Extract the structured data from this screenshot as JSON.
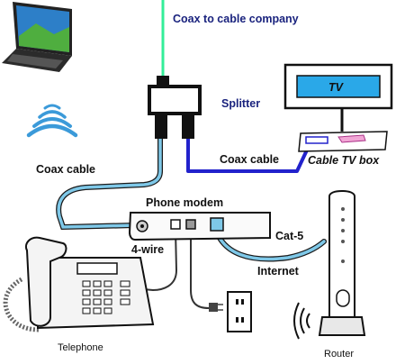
{
  "labels": {
    "coax_to_cable_company": "Coax to cable company",
    "splitter": "Splitter",
    "coax_cable_left": "Coax cable",
    "coax_cable_right": "Coax cable",
    "tv": "TV",
    "cable_tv_box": "Cable TV box",
    "phone_modem": "Phone modem",
    "four_wire": "4-wire",
    "cat5": "Cat-5",
    "internet": "Internet",
    "telephone": "Telephone",
    "router": "Router"
  },
  "colors": {
    "coax_to_company": "#33ee99",
    "coax_to_modem": "#7ec8e8",
    "coax_to_tvbox": "#2222cc",
    "cat5": "#7ec8e8",
    "tv_screen": "#2aa8e8",
    "label_navy": "#1a237e",
    "wifi": "#3b9ad9"
  }
}
